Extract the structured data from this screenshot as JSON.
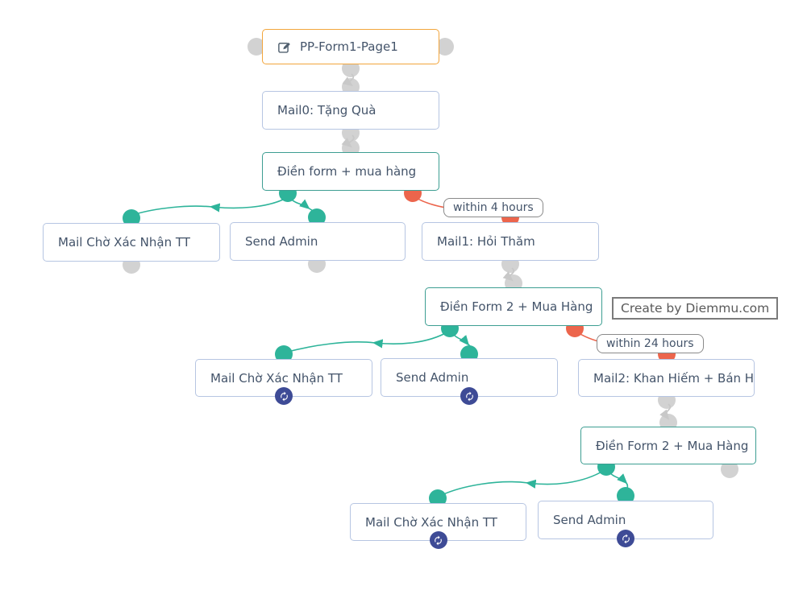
{
  "diagram": {
    "nodes": [
      {
        "label": "PP-Form1-Page1",
        "type": "form-page",
        "icon": "edit-icon"
      },
      {
        "label": "Mail0: Tặng Quà",
        "type": "mail"
      },
      {
        "label": "Điền form + mua hàng",
        "type": "condition"
      },
      {
        "label": "Mail Chờ Xác Nhận TT",
        "type": "mail"
      },
      {
        "label": "Send Admin",
        "type": "action"
      },
      {
        "label": "Mail1: Hỏi Thăm",
        "type": "mail"
      },
      {
        "label": "Điền Form 2 + Mua Hàng",
        "type": "condition"
      },
      {
        "label": "Mail Chờ Xác Nhận TT",
        "type": "mail",
        "badge": "refresh-icon"
      },
      {
        "label": "Send Admin",
        "type": "action",
        "badge": "refresh-icon"
      },
      {
        "label": "Mail2: Khan Hiếm + Bán H...",
        "type": "mail"
      },
      {
        "label": "Điền Form 2 + Mua Hàng",
        "type": "condition"
      },
      {
        "label": "Mail Chờ Xác Nhận TT",
        "type": "mail",
        "badge": "refresh-icon"
      },
      {
        "label": "Send Admin",
        "type": "action",
        "badge": "refresh-icon"
      }
    ],
    "edge_labels": [
      {
        "text": "within 4 hours"
      },
      {
        "text": "within 24 hours"
      }
    ],
    "watermark": "Create by Diemmu.com",
    "colors": {
      "teal": "#2eb49a",
      "teal-border": "#3d9e92",
      "coral": "#ec654c",
      "blue-border": "#b6c5e2",
      "orange-border": "#f2a53c",
      "gray": "#d2d2d2",
      "gray-line": "#c8c8c8",
      "indigo": "#3e4b96",
      "text": "#44546a",
      "label-border": "#8a8a8a",
      "watermark-border": "#7b7b7b",
      "watermark-text": "#5a5a5a"
    }
  }
}
